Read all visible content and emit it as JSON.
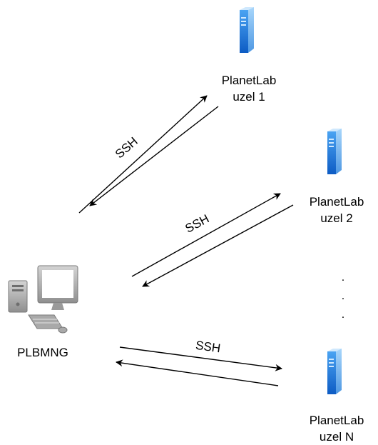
{
  "client": {
    "name": "PLBMNG",
    "icon": "desktop-computer-icon"
  },
  "nodes": [
    {
      "line1": "PlanetLab",
      "line2": "uzel 1",
      "icon": "server-icon"
    },
    {
      "line1": "PlanetLab",
      "line2": "uzel 2",
      "icon": "server-icon"
    },
    {
      "line1": "PlanetLab",
      "line2": "uzel N",
      "icon": "server-icon"
    }
  ],
  "connections": [
    {
      "label": "SSH"
    },
    {
      "label": "SSH"
    },
    {
      "label": "SSH"
    }
  ],
  "ellipsis": [
    ".",
    ".",
    "."
  ],
  "colors": {
    "server_blue": "#1a6fd8",
    "server_light": "#5fb0f5",
    "computer_gray": "#8a8a8a",
    "line": "#000000"
  }
}
